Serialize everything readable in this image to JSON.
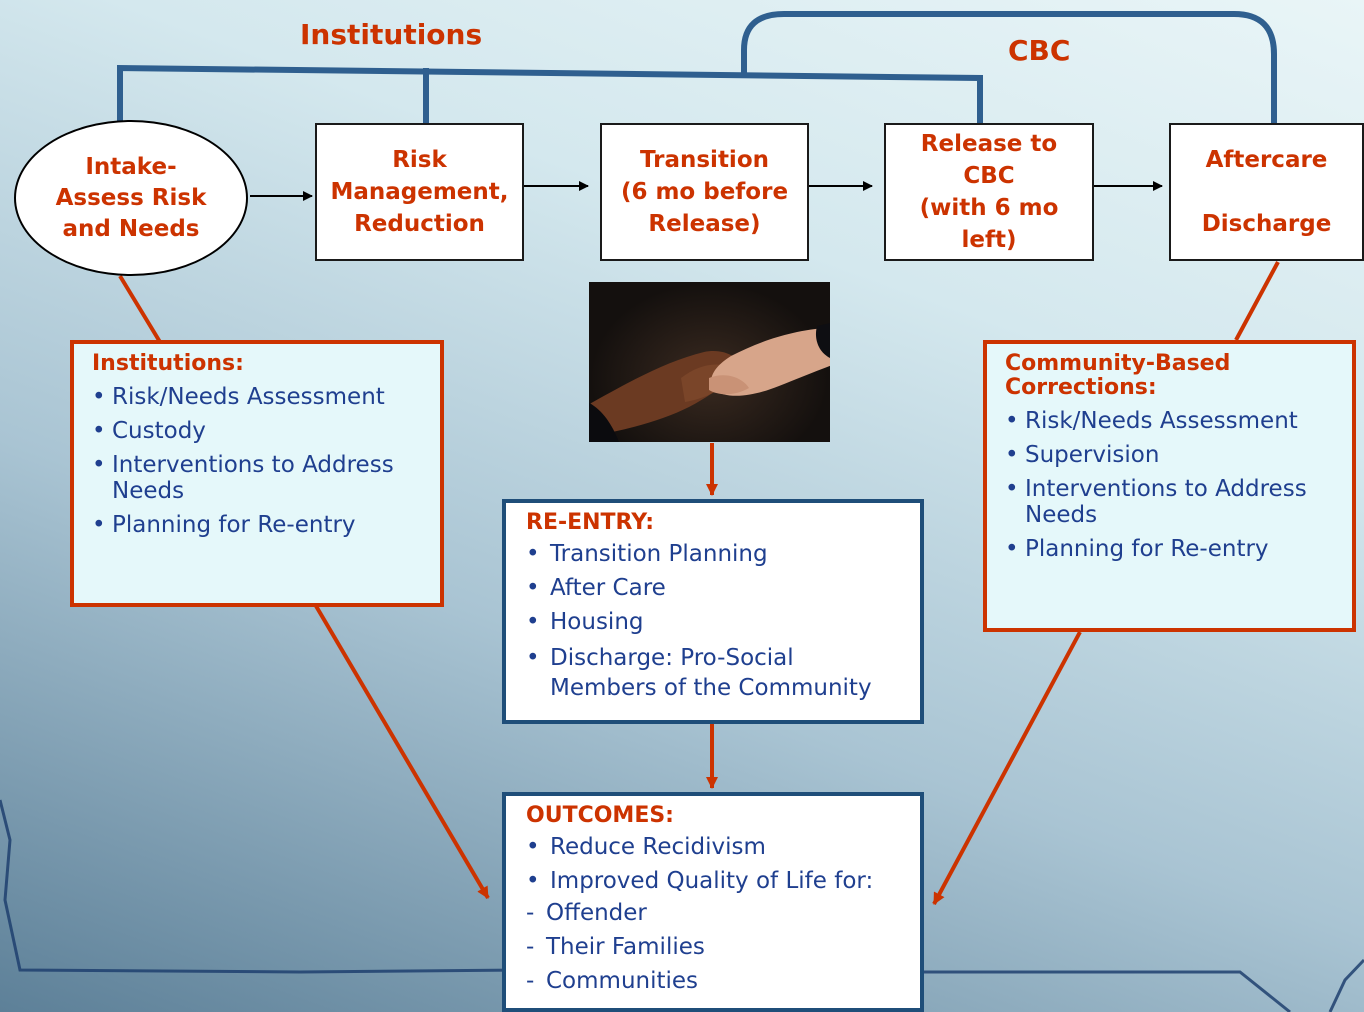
{
  "headers": {
    "institutions": "Institutions",
    "cbc": "CBC"
  },
  "flow": {
    "intake": "Intake-\nAssess Risk\nand Needs",
    "risk_management": "Risk\nManagement,\nReduction",
    "transition": "Transition\n(6 mo before\nRelease)",
    "release": "Release to\nCBC\n(with 6 mo\nleft)",
    "aftercare": "Aftercare\n\nDischarge"
  },
  "institutions_panel": {
    "title": "Institutions:",
    "items": [
      "Risk/Needs Assessment",
      "Custody",
      "Interventions to Address\nNeeds",
      "Planning for Re-entry"
    ]
  },
  "cbc_panel": {
    "title": "Community-Based\nCorrections:",
    "items": [
      "Risk/Needs Assessment",
      "Supervision",
      "Interventions to Address\nNeeds",
      "Planning for Re-entry"
    ]
  },
  "reentry_panel": {
    "title": "RE-ENTRY:",
    "items": [
      "Transition Planning",
      "After Care",
      "Housing",
      "Discharge: Pro-Social\nMembers of the Community"
    ]
  },
  "outcomes_panel": {
    "title": "OUTCOMES:",
    "items": [
      "Reduce Recidivism",
      "Improved Quality of Life for:"
    ],
    "sub_items": [
      "Offender",
      "Their Families",
      "Communities"
    ]
  },
  "colors": {
    "accent_red": "#cc3300",
    "connector_blue": "#2f5f8f",
    "text_blue": "#1f3f8f"
  }
}
